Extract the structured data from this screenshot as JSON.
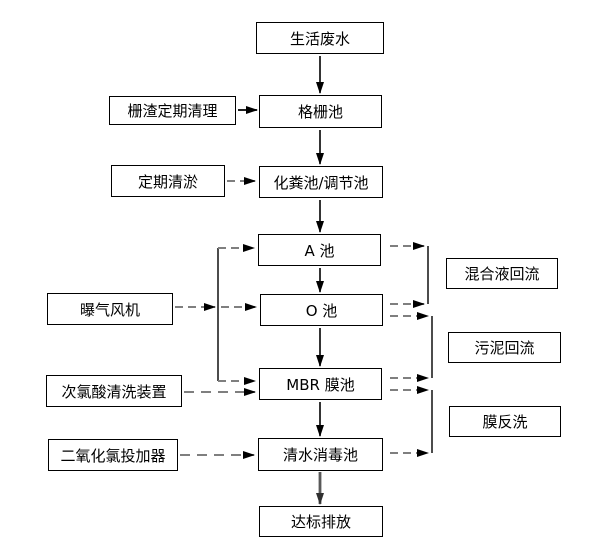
{
  "diagram_title": "MBR wastewater treatment process flowchart",
  "nodes": {
    "wastewater": "生活废水",
    "grid_cleaning": "栅渣定期清理",
    "grid_tank": "格栅池",
    "dredging": "定期清淤",
    "septic_tank": "化粪池/调节池",
    "tank_a": "A 池",
    "blower": "曝气风机",
    "tank_o": "O 池",
    "hypochlorous_device": "次氯酸清洗装置",
    "mbr_tank": "MBR 膜池",
    "chlorine_dioxide_doser": "二氧化氯投加器",
    "disinfection_tank": "清水消毒池",
    "discharge": "达标排放",
    "mixed_liquor_reflux": "混合液回流",
    "sludge_reflux": "污泥回流",
    "membrane_backwash": "膜反洗"
  },
  "colors": {
    "background": "#ffffff",
    "box_fill": "#ffffff",
    "box_border": "#000000",
    "solid_arrow": "#000000",
    "dashed_arrow": "#7f7f7f",
    "final_arrow_shaft": "#595959",
    "arrowhead": "#000000"
  }
}
